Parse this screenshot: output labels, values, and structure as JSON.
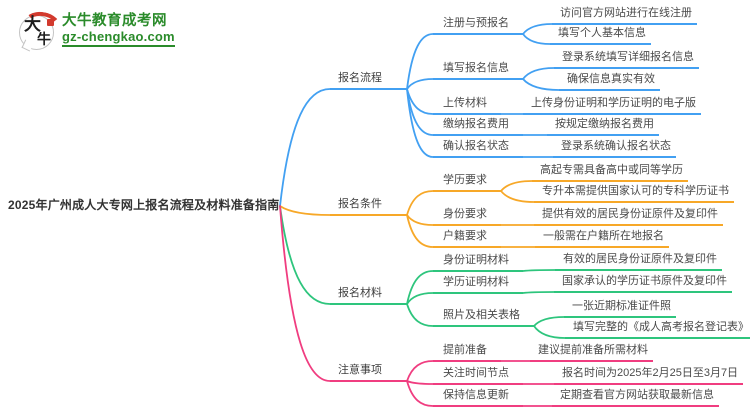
{
  "logo": {
    "icon_char_1": "大",
    "icon_char_2": "牛",
    "site_name": "大牛教育成考网",
    "site_url": "gz-chengkao.com",
    "brand_green": "#2a8b2a",
    "accent_red": "#d23a2e"
  },
  "mindmap": {
    "root": "2025年广州成人大专网上报名流程及材料准备指南",
    "branches": [
      {
        "label": "报名流程",
        "color": "#42a0f2",
        "subs": [
          {
            "label": "注册与预报名",
            "leaves": [
              "访问官方网站进行在线注册",
              "填写个人基本信息"
            ]
          },
          {
            "label": "填写报名信息",
            "leaves": [
              "登录系统填写详细报名信息",
              "确保信息真实有效"
            ]
          },
          {
            "label": "上传材料",
            "leaves": [
              "上传身份证明和学历证明的电子版"
            ]
          },
          {
            "label": "缴纳报名费用",
            "leaves": [
              "按规定缴纳报名费用"
            ]
          },
          {
            "label": "确认报名状态",
            "leaves": [
              "登录系统确认报名状态"
            ]
          }
        ]
      },
      {
        "label": "报名条件",
        "color": "#f7a828",
        "subs": [
          {
            "label": "学历要求",
            "leaves": [
              "高起专需具备高中或同等学历",
              "专升本需提供国家认可的专科学历证书"
            ]
          },
          {
            "label": "身份要求",
            "leaves": [
              "提供有效的居民身份证原件及复印件"
            ]
          },
          {
            "label": "户籍要求",
            "leaves": [
              "一般需在户籍所在地报名"
            ]
          }
        ]
      },
      {
        "label": "报名材料",
        "color": "#2ec57d",
        "subs": [
          {
            "label": "身份证明材料",
            "leaves": [
              "有效的居民身份证原件及复印件"
            ]
          },
          {
            "label": "学历证明材料",
            "leaves": [
              "国家承认的学历证书原件及复印件"
            ]
          },
          {
            "label": "照片及相关表格",
            "leaves": [
              "一张近期标准证件照",
              "填写完整的《成人高考报名登记表》"
            ]
          }
        ]
      },
      {
        "label": "注意事项",
        "color": "#f03d80",
        "subs": [
          {
            "label": "提前准备",
            "leaves": [
              "建议提前准备所需材料"
            ]
          },
          {
            "label": "关注时间节点",
            "leaves": [
              "报名时间为2025年2月25日至3月7日"
            ]
          },
          {
            "label": "保持信息更新",
            "leaves": [
              "定期查看官方网站获取最新信息"
            ]
          }
        ]
      }
    ]
  }
}
